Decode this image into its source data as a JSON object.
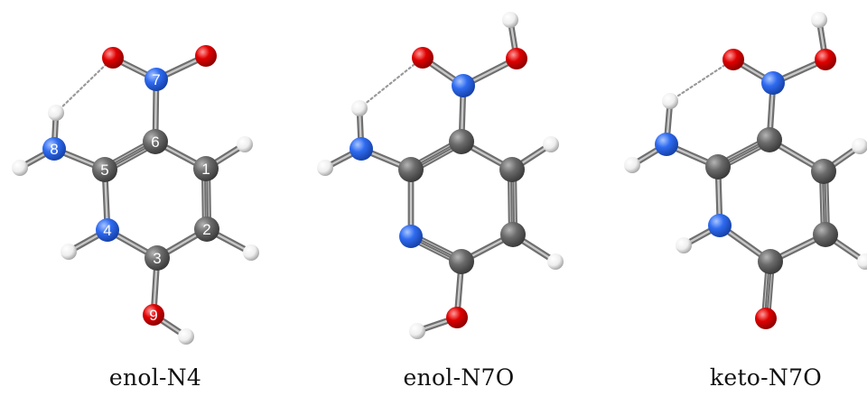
{
  "colors": {
    "carbon": "#5c5c5c",
    "nitrogen": "#2f6bf0",
    "oxygen": "#e00000",
    "hydrogen": "#f2f2f2",
    "bond": "#8a8a8a",
    "hbond": "#9a9a9a",
    "label": "#ffffff",
    "caption": "#111111"
  },
  "molecules": [
    {
      "id": "enol-N4",
      "caption": "enol-N4",
      "labels": [
        "1",
        "2",
        "3",
        "4",
        "5",
        "6",
        "7",
        "8",
        "9"
      ]
    },
    {
      "id": "enol-N7O",
      "caption": "enol-N7O"
    },
    {
      "id": "keto-N7O",
      "caption": "keto-N7O"
    }
  ]
}
